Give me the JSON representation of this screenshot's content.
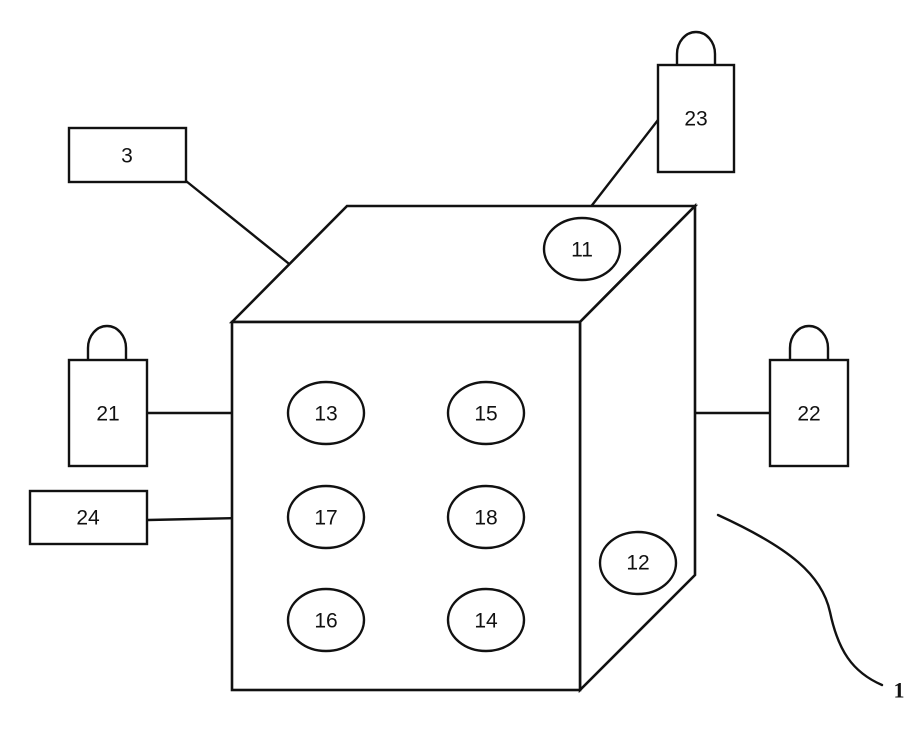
{
  "diagram": {
    "body_label": "1",
    "connector_label": "3",
    "ports": {
      "p11": "11",
      "p12": "12",
      "p13": "13",
      "p14": "14",
      "p15": "15",
      "p16": "16",
      "p17": "17",
      "p18": "18"
    },
    "blocks": {
      "b21": "21",
      "b22": "22",
      "b23": "23",
      "b24": "24"
    }
  }
}
